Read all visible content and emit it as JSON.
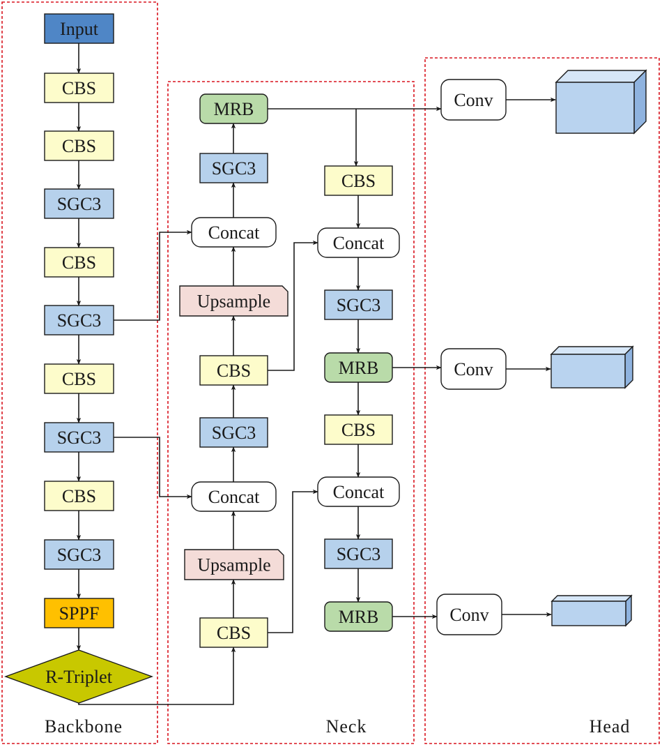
{
  "sections": {
    "backbone": "Backbone",
    "neck": "Neck",
    "head": "Head"
  },
  "colors": {
    "input": "#4f86c6",
    "cbs": "#fdfccb",
    "sgc3": "#b6d1ec",
    "sppf": "#ffc000",
    "r_triplet": "#c8c800",
    "mrb": "#b9dba9",
    "upsample": "#f4dcd8",
    "concat": "#ffffff",
    "conv": "#ffffff",
    "cube_front": "#b9d3ef",
    "cube_top": "#d6e6f7",
    "cube_side": "#8fb3df",
    "frame": "#d9141e"
  },
  "backbone": [
    {
      "id": "bb-input",
      "label": "Input"
    },
    {
      "id": "bb-cbs-1",
      "label": "CBS"
    },
    {
      "id": "bb-cbs-2",
      "label": "CBS"
    },
    {
      "id": "bb-sgc3-1",
      "label": "SGC3"
    },
    {
      "id": "bb-cbs-3",
      "label": "CBS"
    },
    {
      "id": "bb-sgc3-2",
      "label": "SGC3"
    },
    {
      "id": "bb-cbs-4",
      "label": "CBS"
    },
    {
      "id": "bb-sgc3-3",
      "label": "SGC3"
    },
    {
      "id": "bb-cbs-5",
      "label": "CBS"
    },
    {
      "id": "bb-sgc3-4",
      "label": "SGC3"
    },
    {
      "id": "bb-sppf",
      "label": "SPPF"
    },
    {
      "id": "bb-r-triplet",
      "label": "R-Triplet"
    }
  ],
  "neck_left": [
    {
      "id": "nl-mrb",
      "label": "MRB"
    },
    {
      "id": "nl-sgc3-top",
      "label": "SGC3"
    },
    {
      "id": "nl-concat-top",
      "label": "Concat"
    },
    {
      "id": "nl-upsample-top",
      "label": "Upsample"
    },
    {
      "id": "nl-cbs-mid",
      "label": "CBS"
    },
    {
      "id": "nl-sgc3-mid",
      "label": "SGC3"
    },
    {
      "id": "nl-concat-bottom",
      "label": "Concat"
    },
    {
      "id": "nl-upsample-bottom",
      "label": "Upsample"
    },
    {
      "id": "nl-cbs-bottom",
      "label": "CBS"
    }
  ],
  "neck_right": [
    {
      "id": "nr-cbs-top",
      "label": "CBS"
    },
    {
      "id": "nr-concat-top",
      "label": "Concat"
    },
    {
      "id": "nr-sgc3-top",
      "label": "SGC3"
    },
    {
      "id": "nr-mrb-mid",
      "label": "MRB"
    },
    {
      "id": "nr-cbs-mid",
      "label": "CBS"
    },
    {
      "id": "nr-concat-bottom",
      "label": "Concat"
    },
    {
      "id": "nr-sgc3-bottom",
      "label": "SGC3"
    },
    {
      "id": "nr-mrb-bottom",
      "label": "MRB"
    }
  ],
  "head": [
    {
      "id": "hd-conv-1",
      "label": "Conv"
    },
    {
      "id": "hd-conv-2",
      "label": "Conv"
    },
    {
      "id": "hd-conv-3",
      "label": "Conv"
    }
  ]
}
